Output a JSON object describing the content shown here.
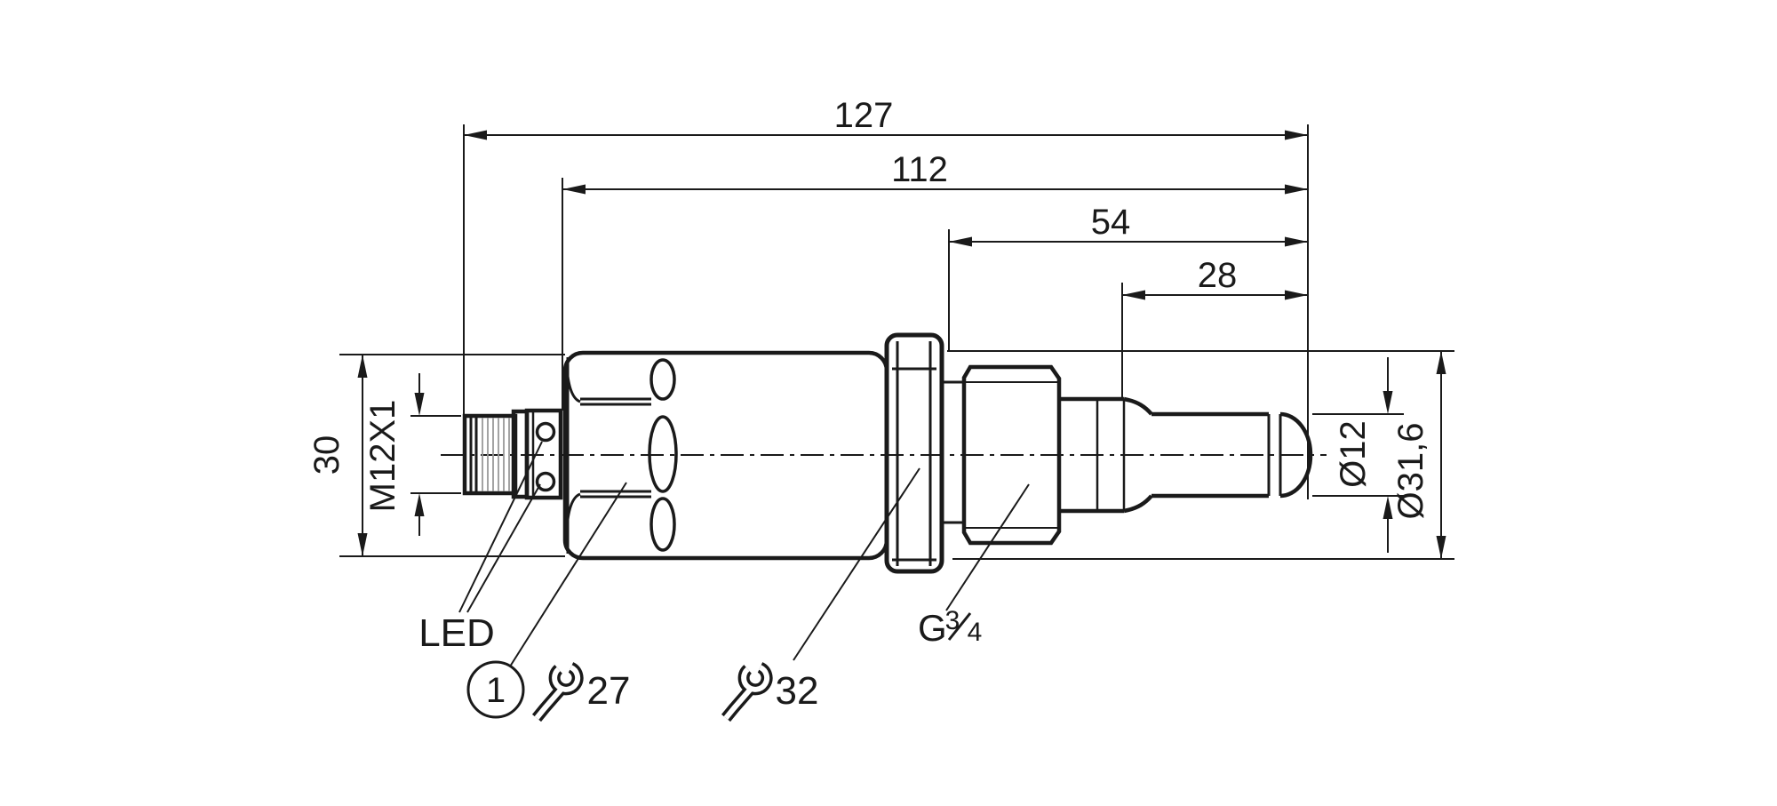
{
  "drawing": {
    "dimensions": {
      "overall_length": "127",
      "body_to_tip": "112",
      "thread_to_tip": "54",
      "probe_length": "28",
      "connector_side_height": "30",
      "connector_thread": "M12X1",
      "probe_diameter": "Ø12",
      "housing_diameter": "Ø31,6"
    },
    "labels": {
      "led": "LED",
      "callout_number": "1",
      "wrench_size_housing": "27",
      "wrench_size_nut": "32",
      "process_thread_prefix": "G",
      "process_thread_numerator": "3",
      "process_thread_denominator": "4"
    },
    "colors": {
      "line": "#1a1a1a",
      "background": "#ffffff",
      "thread_shading": "#999999"
    }
  }
}
